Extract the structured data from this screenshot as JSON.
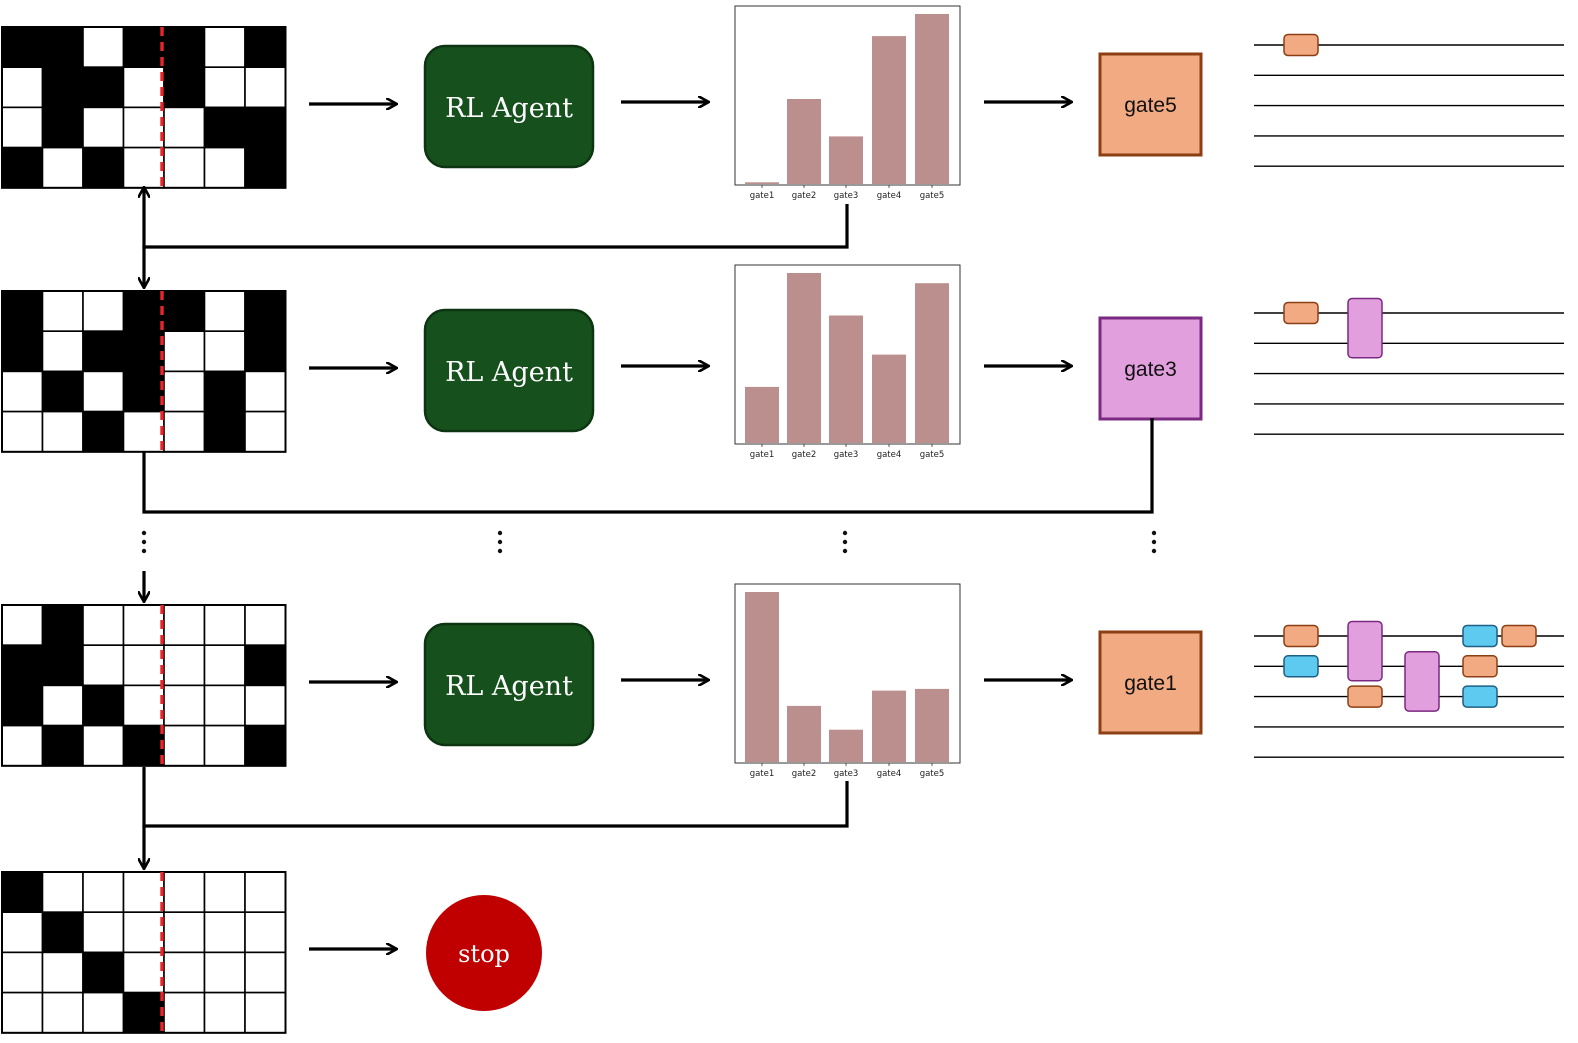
{
  "diagram": {
    "agent_label": "RL Agent",
    "stop_label": "stop",
    "ellipsis": "⋮",
    "categories": [
      "gate1",
      "gate2",
      "gate3",
      "gate4",
      "gate5"
    ],
    "colors": {
      "bar": "#bc8f8f",
      "agent_fill": "#16501c",
      "agent_border": "#0d3512",
      "stop_fill": "#c00000",
      "dashed_line": "#e8262a",
      "gate_orange": "#f1aa82",
      "gate_orange_border": "#8b3f13",
      "gate_pink": "#e29fde",
      "gate_pink_border": "#7a2a80",
      "gate_blue": "#5ecaf0",
      "gate_blue_border": "#1f5f83"
    },
    "steps": [
      {
        "grid": [
          [
            1,
            1,
            0,
            1,
            1,
            0,
            1
          ],
          [
            0,
            1,
            1,
            0,
            1,
            0,
            0
          ],
          [
            0,
            1,
            0,
            0,
            0,
            1,
            1
          ],
          [
            1,
            0,
            1,
            0,
            0,
            0,
            1
          ]
        ],
        "probs": [
          0.01,
          0.5,
          0.28,
          0.87,
          1.0
        ],
        "chosen_gate": "gate5",
        "chosen_color": "orange",
        "circuit": [
          {
            "col": 0,
            "wire": 0,
            "span": 1,
            "color": "orange"
          }
        ]
      },
      {
        "grid": [
          [
            1,
            0,
            0,
            1,
            1,
            0,
            1
          ],
          [
            1,
            0,
            1,
            1,
            0,
            0,
            1
          ],
          [
            0,
            1,
            0,
            1,
            0,
            1,
            0
          ],
          [
            0,
            0,
            1,
            0,
            0,
            1,
            0
          ]
        ],
        "probs": [
          0.33,
          1.0,
          0.75,
          0.52,
          0.94
        ],
        "chosen_gate": "gate3",
        "chosen_color": "pink",
        "circuit": [
          {
            "col": 0,
            "wire": 0,
            "span": 1,
            "color": "orange"
          },
          {
            "col": 1,
            "wire": 0,
            "span": 2,
            "color": "pink"
          }
        ]
      },
      {
        "grid": [
          [
            0,
            1,
            0,
            0,
            0,
            0,
            0
          ],
          [
            1,
            1,
            0,
            0,
            0,
            0,
            1
          ],
          [
            1,
            0,
            1,
            0,
            0,
            0,
            0
          ],
          [
            0,
            1,
            0,
            1,
            0,
            0,
            1
          ]
        ],
        "probs": [
          1.0,
          0.33,
          0.19,
          0.42,
          0.43
        ],
        "chosen_gate": "gate1",
        "chosen_color": "orange",
        "circuit": [
          {
            "col": 0,
            "wire": 0,
            "span": 1,
            "color": "orange"
          },
          {
            "col": 0,
            "wire": 1,
            "span": 1,
            "color": "blue"
          },
          {
            "col": 1,
            "wire": 0,
            "span": 2,
            "color": "pink"
          },
          {
            "col": 1,
            "wire": 2,
            "span": 1,
            "color": "orange"
          },
          {
            "col": 2,
            "wire": 1,
            "span": 2,
            "color": "pink"
          },
          {
            "col": 3,
            "wire": 0,
            "span": 1,
            "color": "blue"
          },
          {
            "col": 3,
            "wire": 1,
            "span": 1,
            "color": "orange"
          },
          {
            "col": 3,
            "wire": 2,
            "span": 1,
            "color": "blue"
          },
          {
            "col": 4,
            "wire": 0,
            "span": 1,
            "color": "orange"
          }
        ]
      }
    ],
    "final_grid": [
      [
        1,
        0,
        0,
        0,
        0,
        0,
        0
      ],
      [
        0,
        1,
        0,
        0,
        0,
        0,
        0
      ],
      [
        0,
        0,
        1,
        0,
        0,
        0,
        0
      ],
      [
        0,
        0,
        0,
        1,
        0,
        0,
        0
      ]
    ]
  }
}
